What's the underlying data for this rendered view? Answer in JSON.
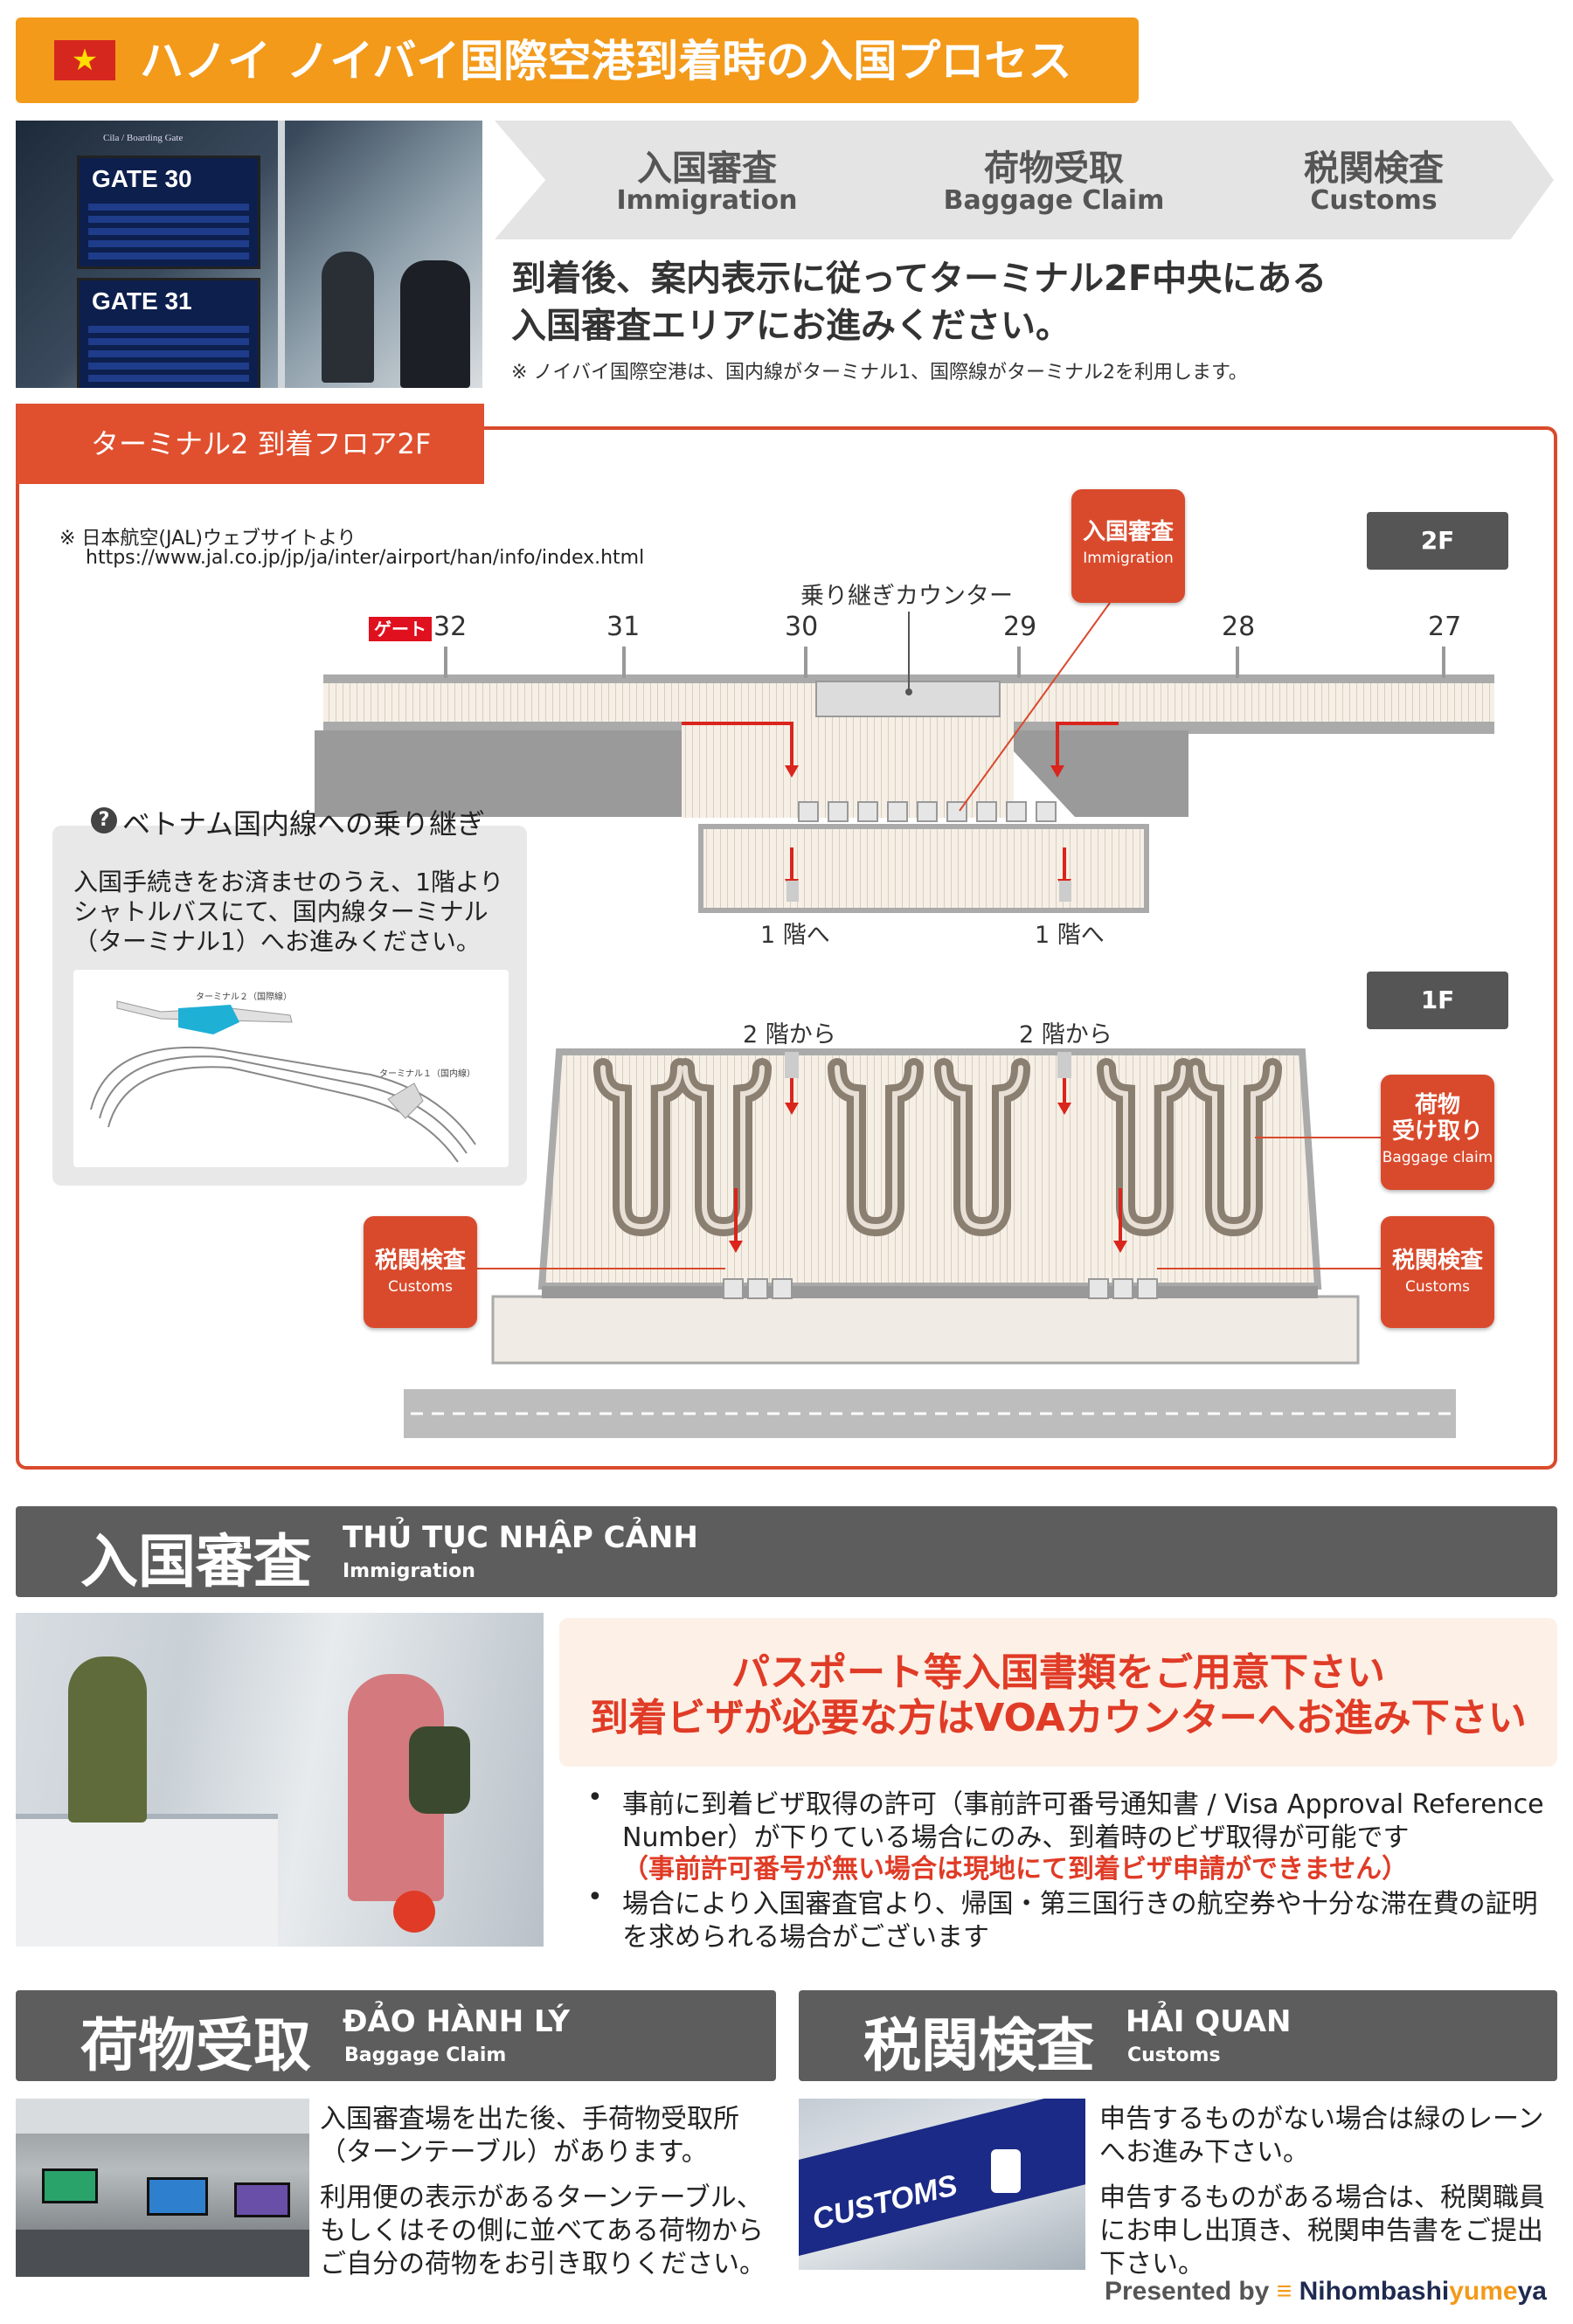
{
  "header": {
    "title": "ハノイ ノイバイ国際空港到着時の入国プロセス",
    "flag_icon": "vietnam-flag-icon",
    "flag_star": "★"
  },
  "top_photo": {
    "sign": "Cila / Boarding Gate",
    "gate_a": "GATE 30",
    "gate_b": "GATE 31"
  },
  "process_steps": [
    {
      "jp": "入国審査",
      "en": "Immigration"
    },
    {
      "jp": "荷物受取",
      "en": "Baggage Claim"
    },
    {
      "jp": "税関検査",
      "en": "Customs"
    }
  ],
  "intro": {
    "line1": "到着後、案内表示に従ってターミナル2F中央にある",
    "line2": "入国審査エリアにお進みください。",
    "note": "※ ノイバイ国際空港は、国内線がターミナル1、国際線がターミナル2を利用します。"
  },
  "map": {
    "tab_label": "ターミナル2 到着フロア2F",
    "source_1": "※ 日本航空(JAL)ウェブサイトより",
    "source_2": "https://www.jal.co.jp/jp/ja/inter/airport/han/info/index.html",
    "floor_2f": "2F",
    "floor_1f": "1F",
    "gate_tag": "ゲート",
    "gates": [
      "32",
      "31",
      "30",
      "29",
      "28",
      "27"
    ],
    "transfer_counter": "乗り継ぎカウンター",
    "to_1f": "1 階へ",
    "from_2f": "2 階から",
    "callout_immigration": {
      "jp": "入国審査",
      "en": "Immigration"
    },
    "callout_baggage": {
      "jp1": "荷物",
      "jp2": "受け取り",
      "en": "Baggage claim"
    },
    "callout_customs": {
      "jp": "税関検査",
      "en": "Customs"
    },
    "domestic": {
      "q": "?",
      "title": "ベトナム国内線への乗り継ぎ",
      "line1": "入国手続きをお済ませのうえ、1階より",
      "line2": "シャトルバスにて、国内線ターミナル",
      "line3": "（ターミナル1）へお進みください。",
      "t2_label": "ターミナル２（国際線）",
      "t1_label": "ターミナル１（国内線）"
    },
    "colors": {
      "accent": "#d94a2c",
      "arrow": "#d9251c",
      "carousel": "#8a7f70"
    }
  },
  "immigration": {
    "jp": "入国審査",
    "vn": "THỦ TỤC NHẬP CẢNH",
    "en": "Immigration",
    "callout_1": "パスポート等入国書類をご用意下さい",
    "callout_2": "到着ビザが必要な方はVOAカウンターへお進み下さい",
    "bullet_1a": "事前に到着ビザ取得の許可（事前許可番号通知書 / Visa Approval Reference",
    "bullet_1b": "Number）が下りている場合にのみ、到着時のビザ取得が可能です",
    "bullet_1c": "（事前許可番号が無い場合は現地にて到着ビザ申請ができません）",
    "bullet_2a": "場合により入国審査官より、帰国・第三国行きの航空券や十分な滞在費の証明",
    "bullet_2b": "を求められる場合がございます",
    "bullet": "•"
  },
  "baggage": {
    "jp": "荷物受取",
    "vn": "ĐẢO HÀNH LÝ",
    "en": "Baggage Claim",
    "p1a": "入国審査場を出た後、手荷物受取所",
    "p1b": "（ターンテーブル）があります。",
    "p2a": "利用便の表示があるターンテーブル、",
    "p2b": "もしくはその側に並べてある荷物から",
    "p2c": "ご自分の荷物をお引き取りください。"
  },
  "customs": {
    "jp": "税関検査",
    "vn": "HẢI QUAN",
    "en": "Customs",
    "sign": "CUSTOMS",
    "p1a": "申告するものがない場合は緑のレーン",
    "p1b": "へお進み下さい。",
    "p2a": "申告するものがある場合は、税関職員",
    "p2b": "にお申し出頂き、税関申告書をご提出",
    "p2c": "下さい。"
  },
  "footer": {
    "presented_by": "Presented by",
    "brand_a": "Nihombashi",
    "brand_b": "yume",
    "brand_c": "ya"
  }
}
